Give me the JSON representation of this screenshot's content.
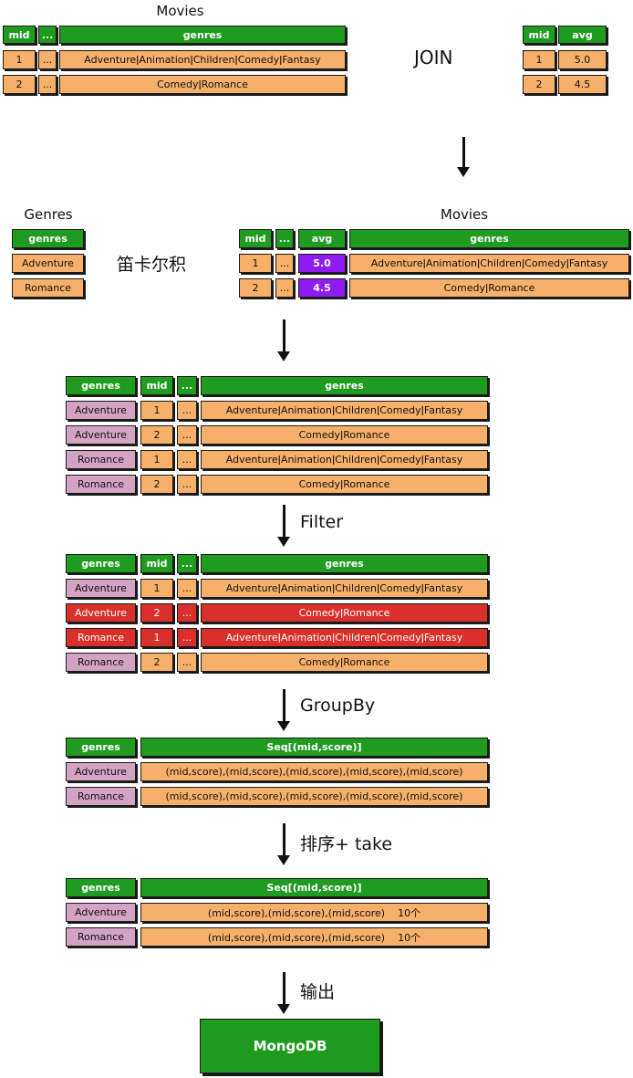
{
  "top": {
    "movies_title": "Movies",
    "movies_cols": [
      "mid",
      "...",
      "genres"
    ],
    "movies_rows": [
      [
        "1",
        "...",
        "AdventureǀAnimationǀChildrenǀComedyǀFantasy"
      ],
      [
        "2",
        "...",
        "ComedyǀRomance"
      ]
    ],
    "join_label": "JOIN",
    "avg_cols": [
      "mid",
      "avg"
    ],
    "avg_rows": [
      [
        "1",
        "5.0"
      ],
      [
        "2",
        "4.5"
      ]
    ]
  },
  "cart": {
    "genres_title": "Genres",
    "genres_col": "genres",
    "genres_rows": [
      "Adventure",
      "Romance"
    ],
    "op_label": "笛卡尔积",
    "movies_title": "Movies",
    "movies_cols": [
      "mid",
      "...",
      "avg",
      "genres"
    ],
    "movies_rows": [
      [
        "1",
        "...",
        "5.0",
        "AdventureǀAnimationǀChildrenǀComedyǀFantasy"
      ],
      [
        "2",
        "...",
        "4.5",
        "ComedyǀRomance"
      ]
    ]
  },
  "product": {
    "cols": [
      "genres",
      "mid",
      "...",
      "genres"
    ],
    "rows": [
      [
        "Adventure",
        "1",
        "...",
        "AdventureǀAnimationǀChildrenǀComedyǀFantasy"
      ],
      [
        "Adventure",
        "2",
        "...",
        "ComedyǀRomance"
      ],
      [
        "Romance",
        "1",
        "...",
        "AdventureǀAnimationǀChildrenǀComedyǀFantasy"
      ],
      [
        "Romance",
        "2",
        "...",
        "ComedyǀRomance"
      ]
    ]
  },
  "filter": {
    "label": "Filter",
    "cols": [
      "genres",
      "mid",
      "...",
      "genres"
    ],
    "rows": [
      [
        "Adventure",
        "1",
        "...",
        "AdventureǀAnimationǀChildrenǀComedyǀFantasy"
      ],
      [
        "Adventure",
        "2",
        "...",
        "ComedyǀRomance"
      ],
      [
        "Romance",
        "1",
        "...",
        "AdventureǀAnimationǀChildrenǀComedyǀFantasy"
      ],
      [
        "Romance",
        "2",
        "...",
        "ComedyǀRomance"
      ]
    ],
    "removed_rows": [
      1,
      2
    ]
  },
  "groupby": {
    "label": "GroupBy",
    "cols": [
      "genres",
      "Seq[(mid,score)]"
    ],
    "rows": [
      [
        "Adventure",
        "(mid,score),(mid,score),(mid,score),(mid,score),(mid,score)"
      ],
      [
        "Romance",
        "(mid,score),(mid,score),(mid,score),(mid,score),(mid,score)"
      ]
    ]
  },
  "sorttake": {
    "label": "排序+ take",
    "cols": [
      "genres",
      "Seq[(mid,score)]"
    ],
    "rows": [
      [
        "Adventure",
        "(mid,score),(mid,score),(mid,score)    10个"
      ],
      [
        "Romance",
        "(mid,score),(mid,score),(mid,score)    10个"
      ]
    ]
  },
  "output": {
    "label": "输出",
    "target": "MongoDB"
  },
  "colors": {
    "header_green": "#1f9b1f",
    "row_orange": "#f7b06a",
    "genre_pink": "#d4a3c3",
    "filtered_red": "#d9302b",
    "avg_purple": "#8f1bf2"
  }
}
